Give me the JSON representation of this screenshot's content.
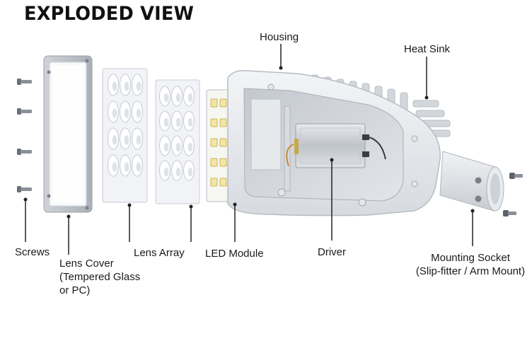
{
  "title": "EXPLODED VIEW",
  "labels": {
    "screws": "Screws",
    "lens_cover": [
      "Lens Cover",
      "(Tempered Glass",
      "or PC)"
    ],
    "lens_array": "Lens Array",
    "led_module": "LED Module",
    "housing": "Housing",
    "driver": "Driver",
    "heat_sink": "Heat Sink",
    "mounting_socket": [
      "Mounting Socket",
      "(Slip-fitter / Arm Mount)"
    ]
  },
  "colors": {
    "line": "#222222",
    "housing": "#e9ecef",
    "housing_shadow": "#c9ced4",
    "glass": "#f4f6f8",
    "led": "#f2e6a6",
    "driver": "#cfd3d8"
  }
}
